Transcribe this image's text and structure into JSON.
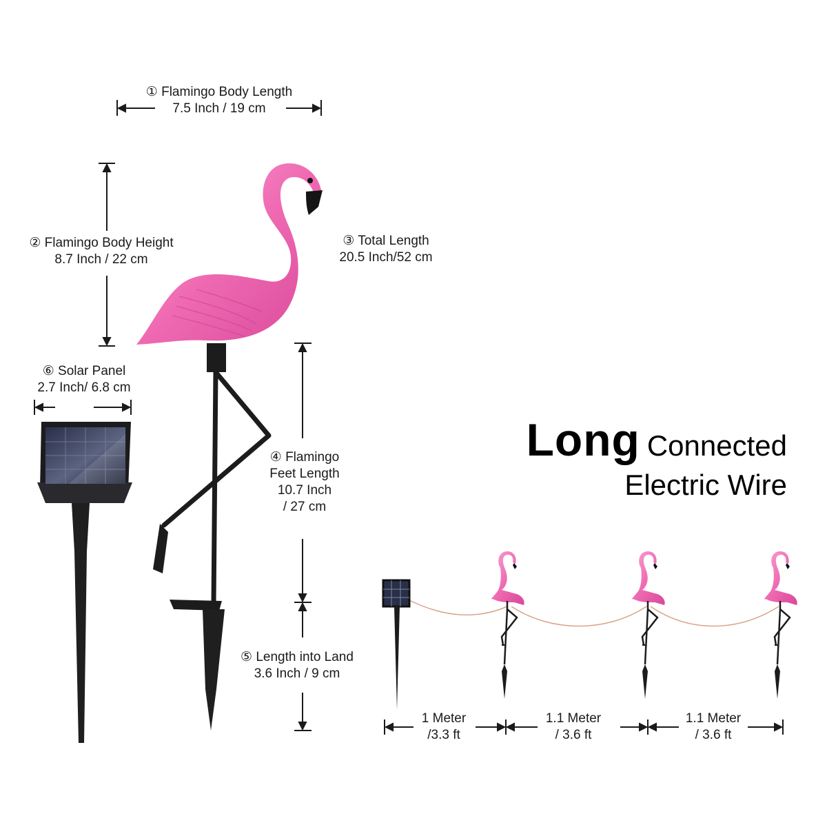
{
  "dimensions": {
    "body_length": {
      "title": "① Flamingo Body Length",
      "value": "7.5 Inch / 19 cm"
    },
    "body_height": {
      "title": "② Flamingo  Body Height",
      "value": "8.7 Inch / 22 cm"
    },
    "total_length": {
      "title": "③ Total Length",
      "value": "20.5 Inch/52 cm"
    },
    "feet_length": {
      "line1": "④ Flamingo",
      "line2": "Feet Length",
      "line3": "10.7 Inch",
      "line4": "/ 27 cm"
    },
    "land_length": {
      "title": "⑤ Length into Land",
      "value": "3.6 Inch / 9 cm"
    },
    "solar_panel": {
      "title": "⑥  Solar Panel",
      "value": "2.7 Inch/ 6.8 cm"
    }
  },
  "headline": {
    "bold": "Long",
    "rest": "Connected",
    "line2": "Electric Wire"
  },
  "spacing": [
    {
      "line1": "1 Meter",
      "line2": "/3.3 ft"
    },
    {
      "line1": "1.1 Meter",
      "line2": "/ 3.6 ft"
    },
    {
      "line1": "1.1 Meter",
      "line2": "/ 3.6 ft"
    }
  ],
  "colors": {
    "flamingo_pink": "#f06bb4",
    "stake": "#1c1c1c",
    "wire": "#d9a38a"
  }
}
